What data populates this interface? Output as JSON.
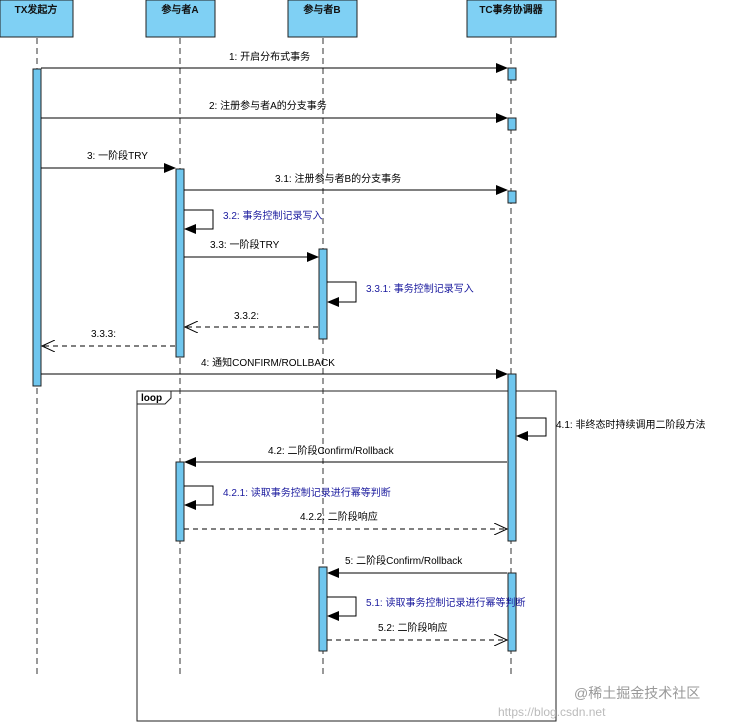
{
  "participants": [
    {
      "id": "tx",
      "label": "TX发起方"
    },
    {
      "id": "a",
      "label": "参与者A"
    },
    {
      "id": "b",
      "label": "参与者B"
    },
    {
      "id": "tc",
      "label": "TC事务协调器"
    }
  ],
  "messages": [
    {
      "id": "m1",
      "label": "1: 开启分布式事务"
    },
    {
      "id": "m2",
      "label": "2: 注册参与者A的分支事务"
    },
    {
      "id": "m3",
      "label": "3: 一阶段TRY"
    },
    {
      "id": "m31",
      "label": "3.1: 注册参与者B的分支事务"
    },
    {
      "id": "m32",
      "label": "3.2: 事务控制记录写入"
    },
    {
      "id": "m33",
      "label": "3.3: 一阶段TRY"
    },
    {
      "id": "m331",
      "label": "3.3.1: 事务控制记录写入"
    },
    {
      "id": "m332",
      "label": "3.3.2:"
    },
    {
      "id": "m333",
      "label": "3.3.3:"
    },
    {
      "id": "m4",
      "label": "4: 通知CONFIRM/ROLLBACK"
    },
    {
      "id": "m41",
      "label": "4.1: 非终态时持续调用二阶段方法"
    },
    {
      "id": "m42",
      "label": "4.2: 二阶段Confirm/Rollback"
    },
    {
      "id": "m421",
      "label": "4.2.1: 读取事务控制记录进行幂等判断"
    },
    {
      "id": "m422",
      "label": "4.2.2: 二阶段响应"
    },
    {
      "id": "m5",
      "label": "5: 二阶段Confirm/Rollback"
    },
    {
      "id": "m51",
      "label": "5.1: 读取事务控制记录进行幂等判断"
    },
    {
      "id": "m52",
      "label": "5.2: 二阶段响应"
    }
  ],
  "loop": {
    "label": "loop"
  },
  "watermark": {
    "site": "@稀土掘金技术社区",
    "url": "https://blog.csdn.net"
  },
  "colors": {
    "participant": "#7fd0f4",
    "activation": "#6fc6ee",
    "self_call_text": "#1a1a9e"
  }
}
